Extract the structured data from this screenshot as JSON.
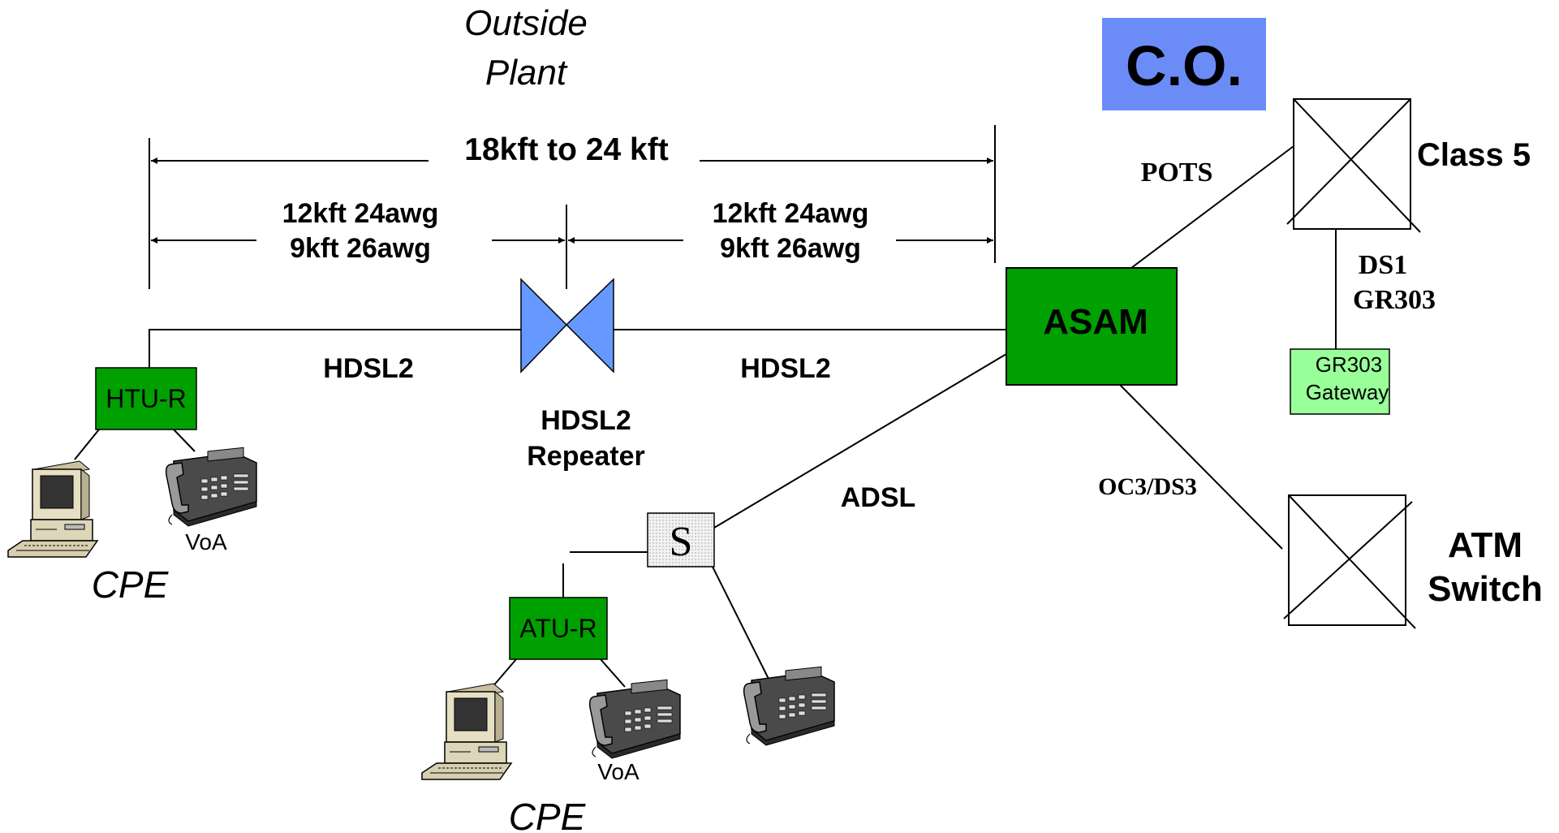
{
  "header": {
    "outside_plant_line1": "Outside",
    "outside_plant_line2": "Plant",
    "co_label": "C.O."
  },
  "distances": {
    "total": "18kft to 24 kft",
    "left_line1": "12kft 24awg",
    "left_line2": "9kft 26awg",
    "right_line1": "12kft 24awg",
    "right_line2": "9kft 26awg"
  },
  "links": {
    "hdsl2_left": "HDSL2",
    "hdsl2_right": "HDSL2",
    "adsl": "ADSL",
    "pots": "POTS",
    "oc3_ds3": "OC3/DS3",
    "ds1": "DS1",
    "gr303": "GR303"
  },
  "nodes": {
    "repeater_line1": "HDSL2",
    "repeater_line2": "Repeater",
    "asam": "ASAM",
    "htu_r": "HTU-R",
    "atu_r": "ATU-R",
    "splitter": "S",
    "gateway_line1": "GR303",
    "gateway_line2": "Gateway",
    "class5": "Class 5",
    "atm_line1": "ATM",
    "atm_line2": "Switch"
  },
  "cpe": {
    "top_label": "CPE",
    "top_voa": "VoA",
    "bottom_label": "CPE",
    "bottom_voa": "VoA"
  },
  "colors": {
    "green": "#00a000",
    "light_green": "#99ff99",
    "blue": "#6699ff",
    "co_blue": "#6b8cf7"
  }
}
